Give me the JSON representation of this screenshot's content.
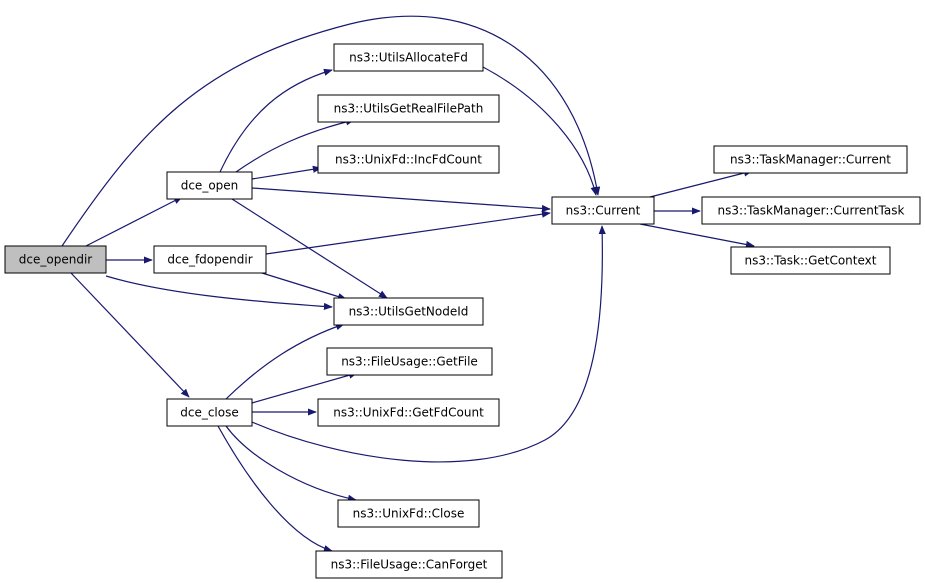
{
  "diagram": {
    "colors": {
      "edge": "#191970",
      "root_fill": "#bfbfbf",
      "node_fill": "#ffffff",
      "border": "#000000"
    },
    "nodes": [
      {
        "id": "dce_opendir",
        "label": "dce_opendir",
        "root": true
      },
      {
        "id": "dce_open",
        "label": "dce_open"
      },
      {
        "id": "dce_fdopendir",
        "label": "dce_fdopendir"
      },
      {
        "id": "dce_close",
        "label": "dce_close"
      },
      {
        "id": "utils_allocate_fd",
        "label": "ns3::UtilsAllocateFd"
      },
      {
        "id": "utils_get_real_file_path",
        "label": "ns3::UtilsGetRealFilePath"
      },
      {
        "id": "unixfd_inc_fd_count",
        "label": "ns3::UnixFd::IncFdCount"
      },
      {
        "id": "current",
        "label": "ns3::Current"
      },
      {
        "id": "utils_get_node_id",
        "label": "ns3::UtilsGetNodeId"
      },
      {
        "id": "file_usage_get_file",
        "label": "ns3::FileUsage::GetFile"
      },
      {
        "id": "unixfd_get_fd_count",
        "label": "ns3::UnixFd::GetFdCount"
      },
      {
        "id": "unixfd_close",
        "label": "ns3::UnixFd::Close"
      },
      {
        "id": "file_usage_can_forget",
        "label": "ns3::FileUsage::CanForget"
      },
      {
        "id": "task_manager_current",
        "label": "ns3::TaskManager::Current"
      },
      {
        "id": "task_manager_current_task",
        "label": "ns3::TaskManager::CurrentTask"
      },
      {
        "id": "task_get_context",
        "label": "ns3::Task::GetContext"
      }
    ],
    "edges": [
      {
        "from": "dce_opendir",
        "to": "dce_open"
      },
      {
        "from": "dce_opendir",
        "to": "dce_fdopendir"
      },
      {
        "from": "dce_opendir",
        "to": "dce_close"
      },
      {
        "from": "dce_opendir",
        "to": "current"
      },
      {
        "from": "dce_opendir",
        "to": "utils_get_node_id"
      },
      {
        "from": "dce_open",
        "to": "utils_allocate_fd"
      },
      {
        "from": "dce_open",
        "to": "utils_get_real_file_path"
      },
      {
        "from": "dce_open",
        "to": "unixfd_inc_fd_count"
      },
      {
        "from": "dce_open",
        "to": "current"
      },
      {
        "from": "dce_open",
        "to": "utils_get_node_id"
      },
      {
        "from": "dce_fdopendir",
        "to": "current"
      },
      {
        "from": "dce_fdopendir",
        "to": "utils_get_node_id"
      },
      {
        "from": "dce_close",
        "to": "utils_get_node_id"
      },
      {
        "from": "dce_close",
        "to": "file_usage_get_file"
      },
      {
        "from": "dce_close",
        "to": "unixfd_get_fd_count"
      },
      {
        "from": "dce_close",
        "to": "current"
      },
      {
        "from": "dce_close",
        "to": "unixfd_close"
      },
      {
        "from": "dce_close",
        "to": "file_usage_can_forget"
      },
      {
        "from": "utils_allocate_fd",
        "to": "current"
      },
      {
        "from": "current",
        "to": "task_manager_current"
      },
      {
        "from": "current",
        "to": "task_manager_current_task"
      },
      {
        "from": "current",
        "to": "task_get_context"
      }
    ]
  }
}
